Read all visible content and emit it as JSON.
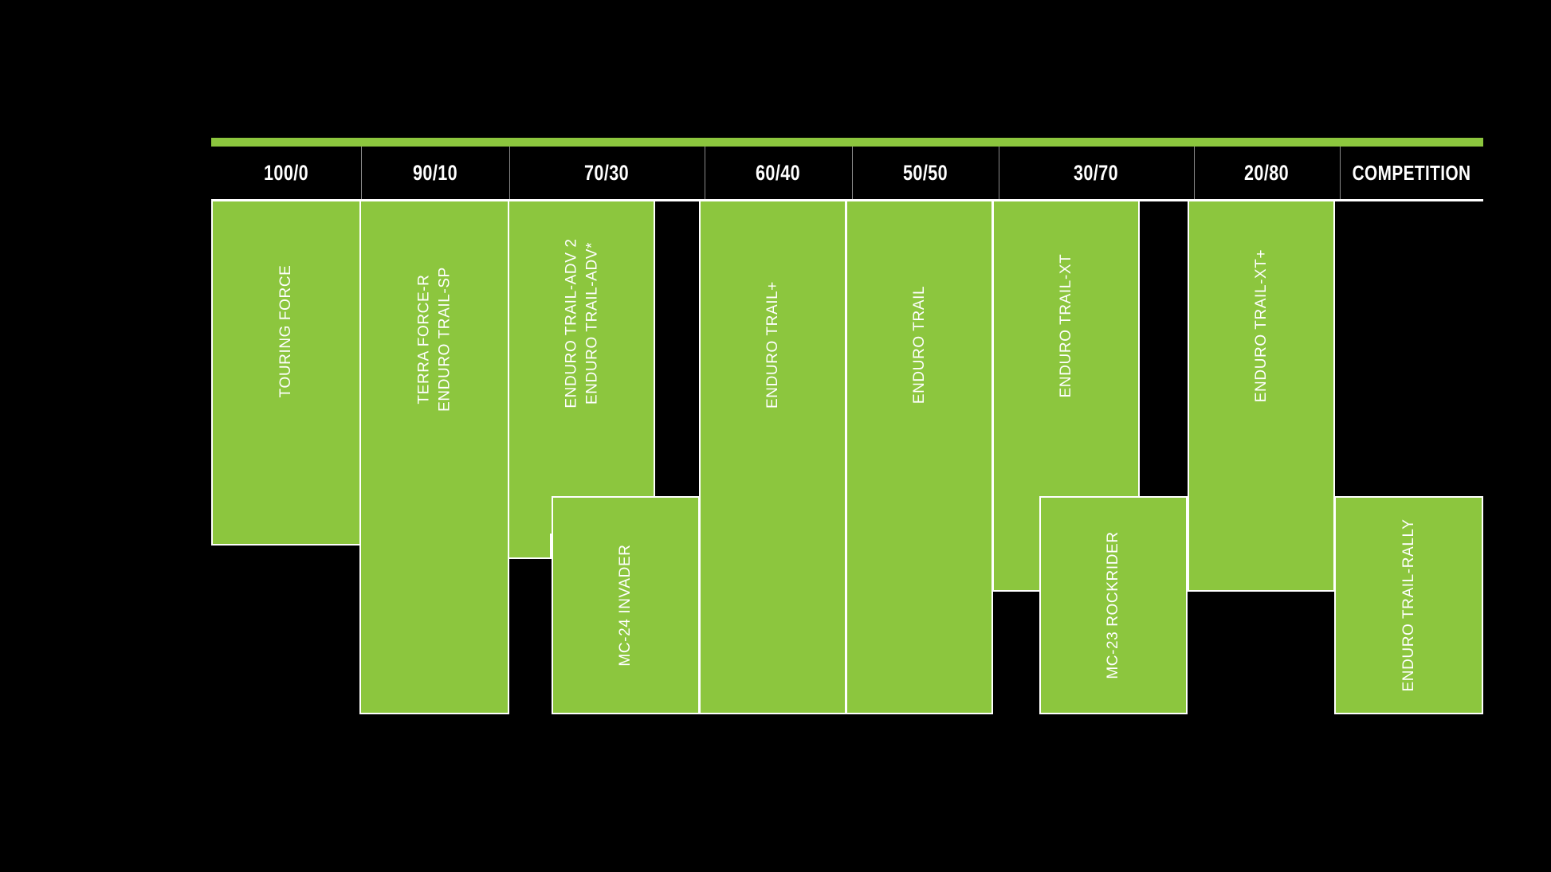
{
  "chart_data": {
    "type": "bar",
    "title": "",
    "xlabel": "",
    "ylabel": "",
    "legend": [],
    "grid": false,
    "categories": [
      "100/0",
      "90/10",
      "70/30",
      "60/40",
      "50/50",
      "30/70",
      "20/80",
      "COMPETITION"
    ],
    "category_meaning": "on-road / off-road usage ratio",
    "series": [
      {
        "name": "TOURING FORCE",
        "category": "100/0",
        "span_start": "100/0",
        "span_end": "100/0",
        "range_top_pct": 0,
        "range_bottom_pct": 57
      },
      {
        "name": "TERRA FORCE-R\nENDURO TRAIL-SP",
        "labels": [
          "TERRA FORCE-R",
          "ENDURO TRAIL-SP"
        ],
        "category": "90/10",
        "span_start": "90/10",
        "span_end": "90/10",
        "range_top_pct": 0,
        "range_bottom_pct": 100
      },
      {
        "name": "ENDURO TRAIL-ADV 2\nENDURO TRAIL-ADV*",
        "labels": [
          "ENDURO TRAIL-ADV 2",
          "ENDURO TRAIL-ADV*"
        ],
        "category": "70/30",
        "span_start": "70/30",
        "span_end": "70/30",
        "range_top_pct": 0,
        "range_bottom_pct": 58
      },
      {
        "name": "MC-24 INVADER",
        "category": "70/30",
        "span_start": "70/30",
        "span_end": "60/40",
        "range_top_pct": 58,
        "range_bottom_pct": 100
      },
      {
        "name": "ENDURO TRAIL+",
        "category": "60/40",
        "span_start": "60/40",
        "span_end": "60/40",
        "range_top_pct": 0,
        "range_bottom_pct": 100
      },
      {
        "name": "ENDURO TRAIL",
        "category": "50/50",
        "span_start": "50/50",
        "span_end": "50/50",
        "range_top_pct": 0,
        "range_bottom_pct": 100
      },
      {
        "name": "ENDURO TRAIL-XT",
        "category": "30/70",
        "span_start": "50/50",
        "span_end": "30/70",
        "range_top_pct": 0,
        "range_bottom_pct": 75
      },
      {
        "name": "MC-23 ROCKRIDER",
        "category": "30/70",
        "span_start": "30/70",
        "span_end": "20/80",
        "range_top_pct": 58,
        "range_bottom_pct": 100
      },
      {
        "name": "ENDURO TRAIL-XT+",
        "category": "20/80",
        "span_start": "30/70",
        "span_end": "20/80",
        "range_top_pct": 0,
        "range_bottom_pct": 75
      },
      {
        "name": "ENDURO TRAIL-RALLY",
        "category": "COMPETITION",
        "span_start": "COMPETITION",
        "span_end": "COMPETITION",
        "range_top_pct": 58,
        "range_bottom_pct": 100
      }
    ]
  },
  "colors": {
    "background": "#000000",
    "bar_fill": "#8CC63E",
    "bar_stroke": "#FFFFFF",
    "header_text": "#FFFFFF",
    "divider": "#8A8A8A"
  },
  "header": {
    "columns": [
      {
        "label": "100/0"
      },
      {
        "label": "90/10"
      },
      {
        "label": "70/30"
      },
      {
        "label": "60/40"
      },
      {
        "label": "50/50"
      },
      {
        "label": "30/70"
      },
      {
        "label": "20/80"
      },
      {
        "label": "COMPETITION"
      }
    ]
  },
  "bars": [
    {
      "label": "TOURING FORCE"
    },
    {
      "label": "TERRA FORCE-R\nENDURO TRAIL-SP"
    },
    {
      "label": "ENDURO TRAIL-ADV 2\nENDURO TRAIL-ADV*"
    },
    {
      "label": "MC-24 INVADER"
    },
    {
      "label": "ENDURO TRAIL+"
    },
    {
      "label": "ENDURO TRAIL"
    },
    {
      "label": "ENDURO TRAIL-XT"
    },
    {
      "label": "MC-23 ROCKRIDER"
    },
    {
      "label": "ENDURO TRAIL-XT+"
    },
    {
      "label": "ENDURO TRAIL-RALLY"
    }
  ]
}
